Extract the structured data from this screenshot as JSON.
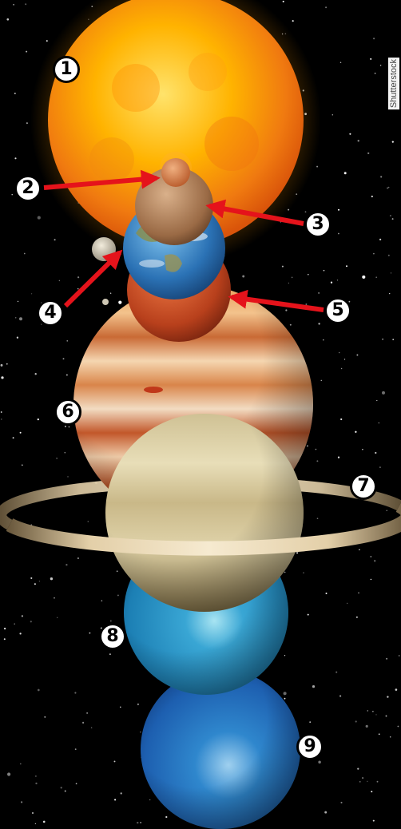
{
  "labels": [
    {
      "id": "sun",
      "text": "1"
    },
    {
      "id": "mercury",
      "text": "2"
    },
    {
      "id": "venus",
      "text": "3"
    },
    {
      "id": "earth",
      "text": "4"
    },
    {
      "id": "mars",
      "text": "5"
    },
    {
      "id": "jupiter",
      "text": "6"
    },
    {
      "id": "saturn",
      "text": "7"
    },
    {
      "id": "uranus",
      "text": "8"
    },
    {
      "id": "neptune",
      "text": "9"
    }
  ],
  "watermark": "Shutterstock",
  "colors": {
    "arrow": "#e5131b",
    "background": "#000000",
    "label_fill": "#ffffff",
    "label_stroke": "#000000"
  }
}
